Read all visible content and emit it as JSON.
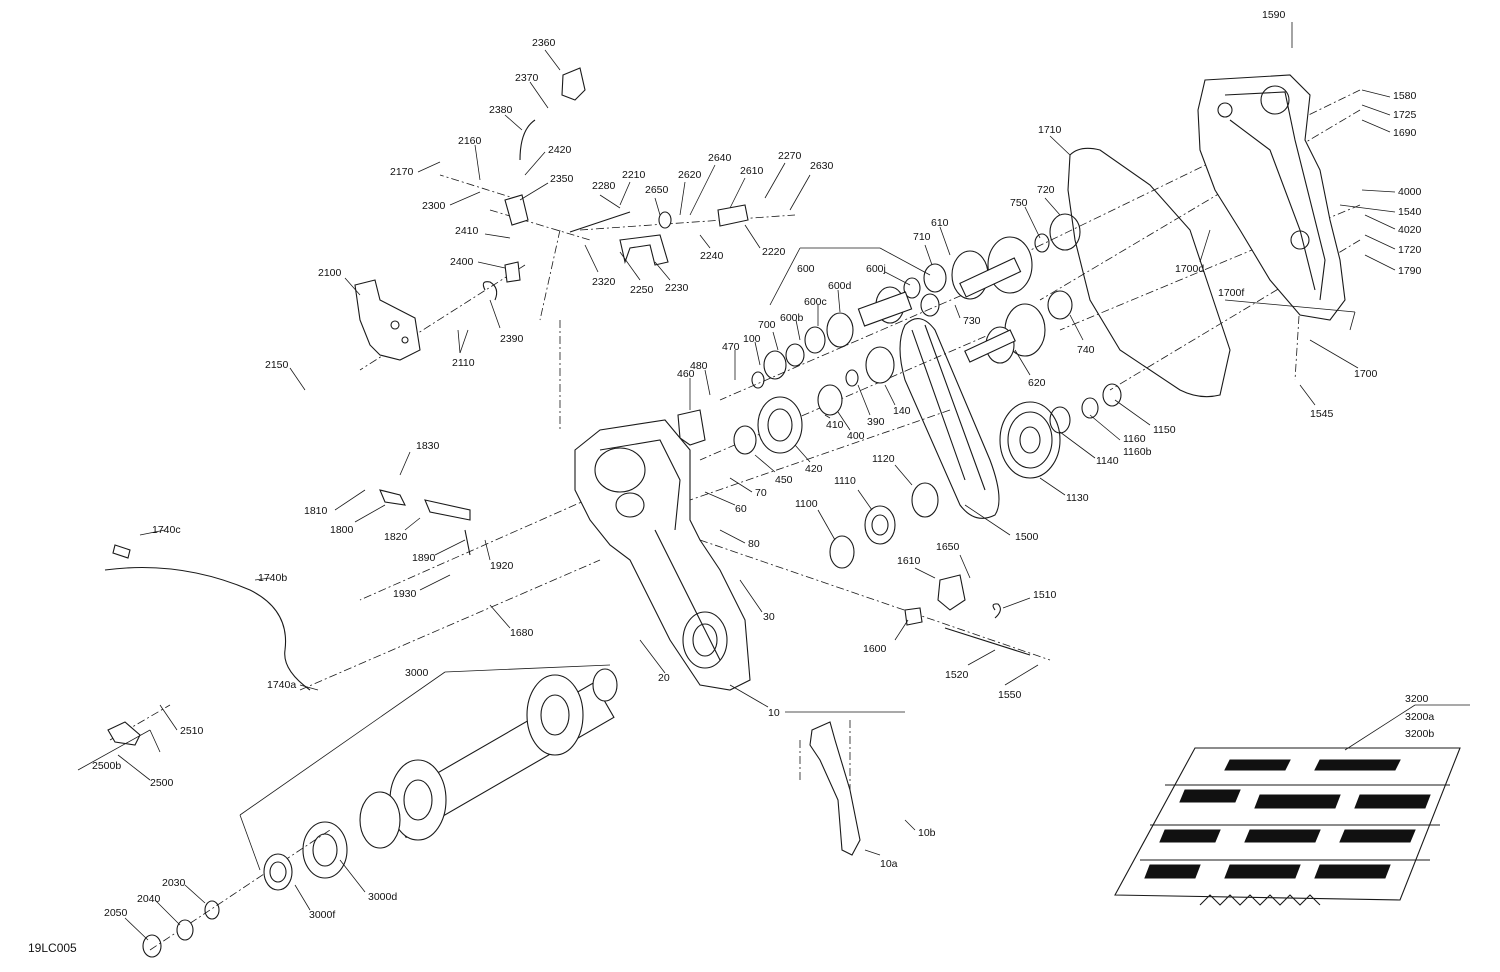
{
  "diagram_ref": "19LC005",
  "callouts": [
    "1590",
    "1580",
    "1725",
    "1690",
    "4000",
    "1540",
    "4020",
    "1720",
    "1790",
    "1700d",
    "1700f",
    "1700",
    "1545",
    "1710",
    "750",
    "720",
    "610",
    "710",
    "600j",
    "600",
    "600d",
    "600c",
    "600b",
    "700",
    "100",
    "470",
    "480",
    "460",
    "730",
    "740",
    "620",
    "140",
    "390",
    "400",
    "410",
    "420",
    "450",
    "70",
    "60",
    "80",
    "30",
    "20",
    "10",
    "10a",
    "10b",
    "1150",
    "1160",
    "1160b",
    "1140",
    "1130",
    "1120",
    "1110",
    "1100",
    "1500",
    "1650",
    "1610",
    "1600",
    "1510",
    "1520",
    "1550",
    "2360",
    "2370",
    "2380",
    "2420",
    "2160",
    "2170",
    "2300",
    "2350",
    "2410",
    "2400",
    "2390",
    "2100",
    "2110",
    "2150",
    "2280",
    "2210",
    "2650",
    "2620",
    "2640",
    "2610",
    "2270",
    "2630",
    "2320",
    "2250",
    "2230",
    "2240",
    "2220",
    "1830",
    "1810",
    "1800",
    "1820",
    "1890",
    "1920",
    "1930",
    "1680",
    "1740c",
    "1740b",
    "1740a",
    "3000",
    "2510",
    "2500b",
    "2500",
    "3000d",
    "3000f",
    "2030",
    "2040",
    "2050",
    "3200",
    "3200a",
    "3200b"
  ]
}
